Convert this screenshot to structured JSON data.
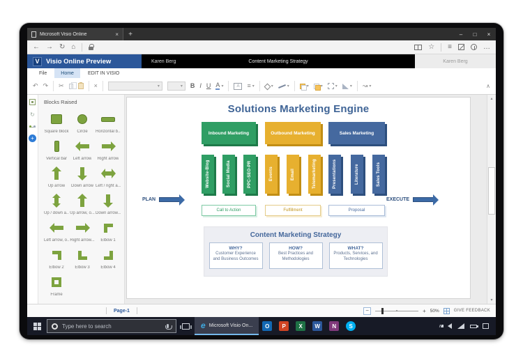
{
  "browser": {
    "tab_title": "Microsoft Visio Online",
    "icons": {
      "tab_close": "×",
      "new_tab": "+",
      "minimize": "–",
      "maximize": "□",
      "close": "×",
      "back": "←",
      "forward": "→",
      "refresh": "↻",
      "home": "⌂",
      "favorites": "☆",
      "hub": "≡",
      "more": "…"
    }
  },
  "visio": {
    "brand": "Visio Online Preview",
    "logo_letter": "V",
    "user_name": "Karen Berg",
    "document_title": "Content Marketing Strategy",
    "account_name": "Karen Berg",
    "tabs": [
      "File",
      "Home",
      "EDIT IN VISIO"
    ],
    "ribbon_icons": {
      "undo": "↶",
      "redo": "↷",
      "cut": "✂",
      "delete": "×",
      "bold": "B",
      "italic": "I",
      "underline": "U",
      "font_color": "A",
      "text_block": "A",
      "paragraph": "≡",
      "connector": "↝",
      "caret": "▾",
      "collapse": "∧"
    }
  },
  "shapes_panel": {
    "title": "Blocks Raised",
    "shapes": [
      {
        "label": "Square block"
      },
      {
        "label": "Circle"
      },
      {
        "label": "Horizontal b..."
      },
      {
        "label": "Vertical bar"
      },
      {
        "label": "Left arrow"
      },
      {
        "label": "Right arrow"
      },
      {
        "label": "Up arrow"
      },
      {
        "label": "Down arrow"
      },
      {
        "label": "Left / right a..."
      },
      {
        "label": "Up / down a..."
      },
      {
        "label": "Up arrow, o..."
      },
      {
        "label": "Down arrow..."
      },
      {
        "label": "Left arrow, o..."
      },
      {
        "label": "Right arrow..."
      },
      {
        "label": "Elbow 1"
      },
      {
        "label": "Elbow 2"
      },
      {
        "label": "Elbow 3"
      },
      {
        "label": "Elbow 4"
      },
      {
        "label": "Frame"
      }
    ]
  },
  "diagram": {
    "title": "Solutions Marketing Engine",
    "plan_label": "PLAN",
    "execute_label": "EXECUTE",
    "columns": [
      {
        "header": "Inbound Marketing",
        "color": "#2f9e64",
        "shadow": "#1e7a49",
        "bars": [
          "Website-Blog",
          "Social Media",
          "PPC-SEO-PR"
        ],
        "footer": "Call to Action"
      },
      {
        "header": "Outbound Marketing",
        "color": "#e7b02f",
        "shadow": "#c28e14",
        "bars": [
          "Events",
          "Email",
          "Telemarketing"
        ],
        "footer": "Fulfillment"
      },
      {
        "header": "Sales Marketing",
        "color": "#45699f",
        "shadow": "#2d4f7e",
        "bars": [
          "Presentations",
          "Literature",
          "Sales Tools"
        ],
        "footer": "Proposal"
      }
    ],
    "strategy": {
      "title": "Content Marketing Strategy",
      "boxes": [
        {
          "heading": "WHY?",
          "body": "Customer Experience and Business Outcomes"
        },
        {
          "heading": "HOW?",
          "body": "Best Practices and Methodologies"
        },
        {
          "heading": "WHAT?",
          "body": "Products, Services, and Technologies"
        }
      ]
    }
  },
  "bottom_bar": {
    "page_tab": "Page-1",
    "zoom_out": "−",
    "zoom_in": "+",
    "zoom_level": "50%",
    "feedback": "GIVE FEEDBACK"
  },
  "taskbar": {
    "search_placeholder": "Type here to search",
    "edge_letter": "e",
    "active_window": "Microsoft Visio On...",
    "apps": [
      {
        "name": "outlook",
        "letter": "O",
        "color": "#1268b3"
      },
      {
        "name": "powerpoint",
        "letter": "P",
        "color": "#d04423"
      },
      {
        "name": "excel",
        "letter": "X",
        "color": "#1e7145"
      },
      {
        "name": "word",
        "letter": "W",
        "color": "#2b579a"
      },
      {
        "name": "onenote",
        "letter": "N",
        "color": "#80397b"
      },
      {
        "name": "skype",
        "letter": "S",
        "color": "#00aff0"
      }
    ],
    "tray_chevron": "∧"
  }
}
